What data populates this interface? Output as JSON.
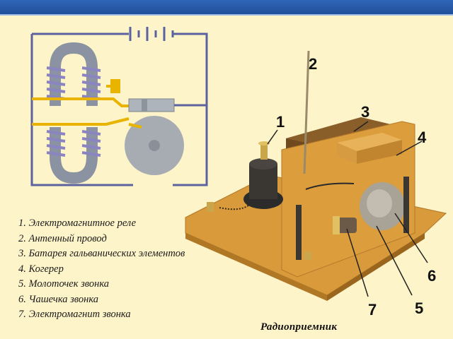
{
  "legend": [
    "1. Электромагнитное реле",
    "2. Антенный провод",
    "3. Батарея гальванических элементов",
    "4. Когерер",
    "5. Молоточек звонка",
    "6. Чашечка звонка",
    "7. Электромагнит звонка"
  ],
  "caption": "Радиоприемник",
  "callouts": {
    "n1": "1",
    "n2": "2",
    "n3": "3",
    "n4": "4",
    "n5": "5",
    "n6": "6",
    "n7": "7"
  },
  "colors": {
    "circuit_wire": "#5a62a0",
    "coil": "#8a84c0",
    "contacts": "#e8b400",
    "wood": "#d89a3a",
    "bell": "#a7acb3"
  }
}
